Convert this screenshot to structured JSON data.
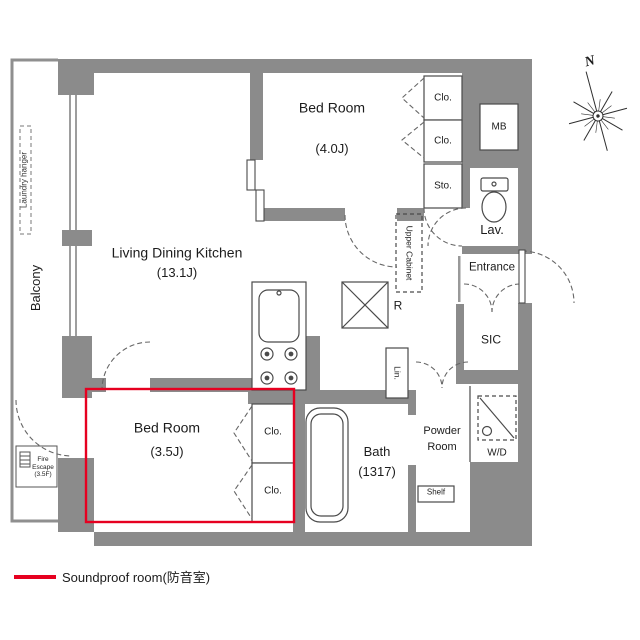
{
  "colors": {
    "wall_gray": "#8b8b8b",
    "soundproof_red": "#e60020"
  },
  "legend": {
    "label": "Soundproof room(防音室)"
  },
  "compass": {
    "north_label": "N"
  },
  "rooms": {
    "balcony": {
      "label": "Balcony"
    },
    "laundry_hanger": {
      "label": "Laundry hanger"
    },
    "fire_escape": {
      "line1": "Fire",
      "line2": "Escape",
      "line3": "(3.5F)"
    },
    "ldk": {
      "label": "Living Dining Kitchen",
      "size": "(13.1J)"
    },
    "bedroom_north": {
      "label": "Bed Room",
      "size": "(4.0J)"
    },
    "bedroom_soundproof": {
      "label": "Bed Room",
      "size": "(3.5J)"
    },
    "bath": {
      "label": "Bath",
      "size": "(1317)"
    },
    "powder_room": {
      "line1": "Powder",
      "line2": "Room"
    },
    "lavatory": {
      "label": "Lav."
    },
    "entrance": {
      "label": "Entrance"
    },
    "sic": {
      "label": "SIC"
    },
    "storage": {
      "label": "Sto."
    },
    "meter_box": {
      "label": "MB"
    },
    "closet_north_1": {
      "label": "Clo."
    },
    "closet_north_2": {
      "label": "Clo."
    },
    "closet_south_1": {
      "label": "Clo."
    },
    "closet_south_2": {
      "label": "Clo."
    },
    "upper_cabinet": {
      "label": "Upper Cabinet"
    },
    "refrigerator": {
      "label": "R"
    },
    "linen": {
      "label": "Lin."
    },
    "washer_dryer": {
      "label": "W/D"
    },
    "shelf": {
      "label": "Shelf"
    }
  }
}
